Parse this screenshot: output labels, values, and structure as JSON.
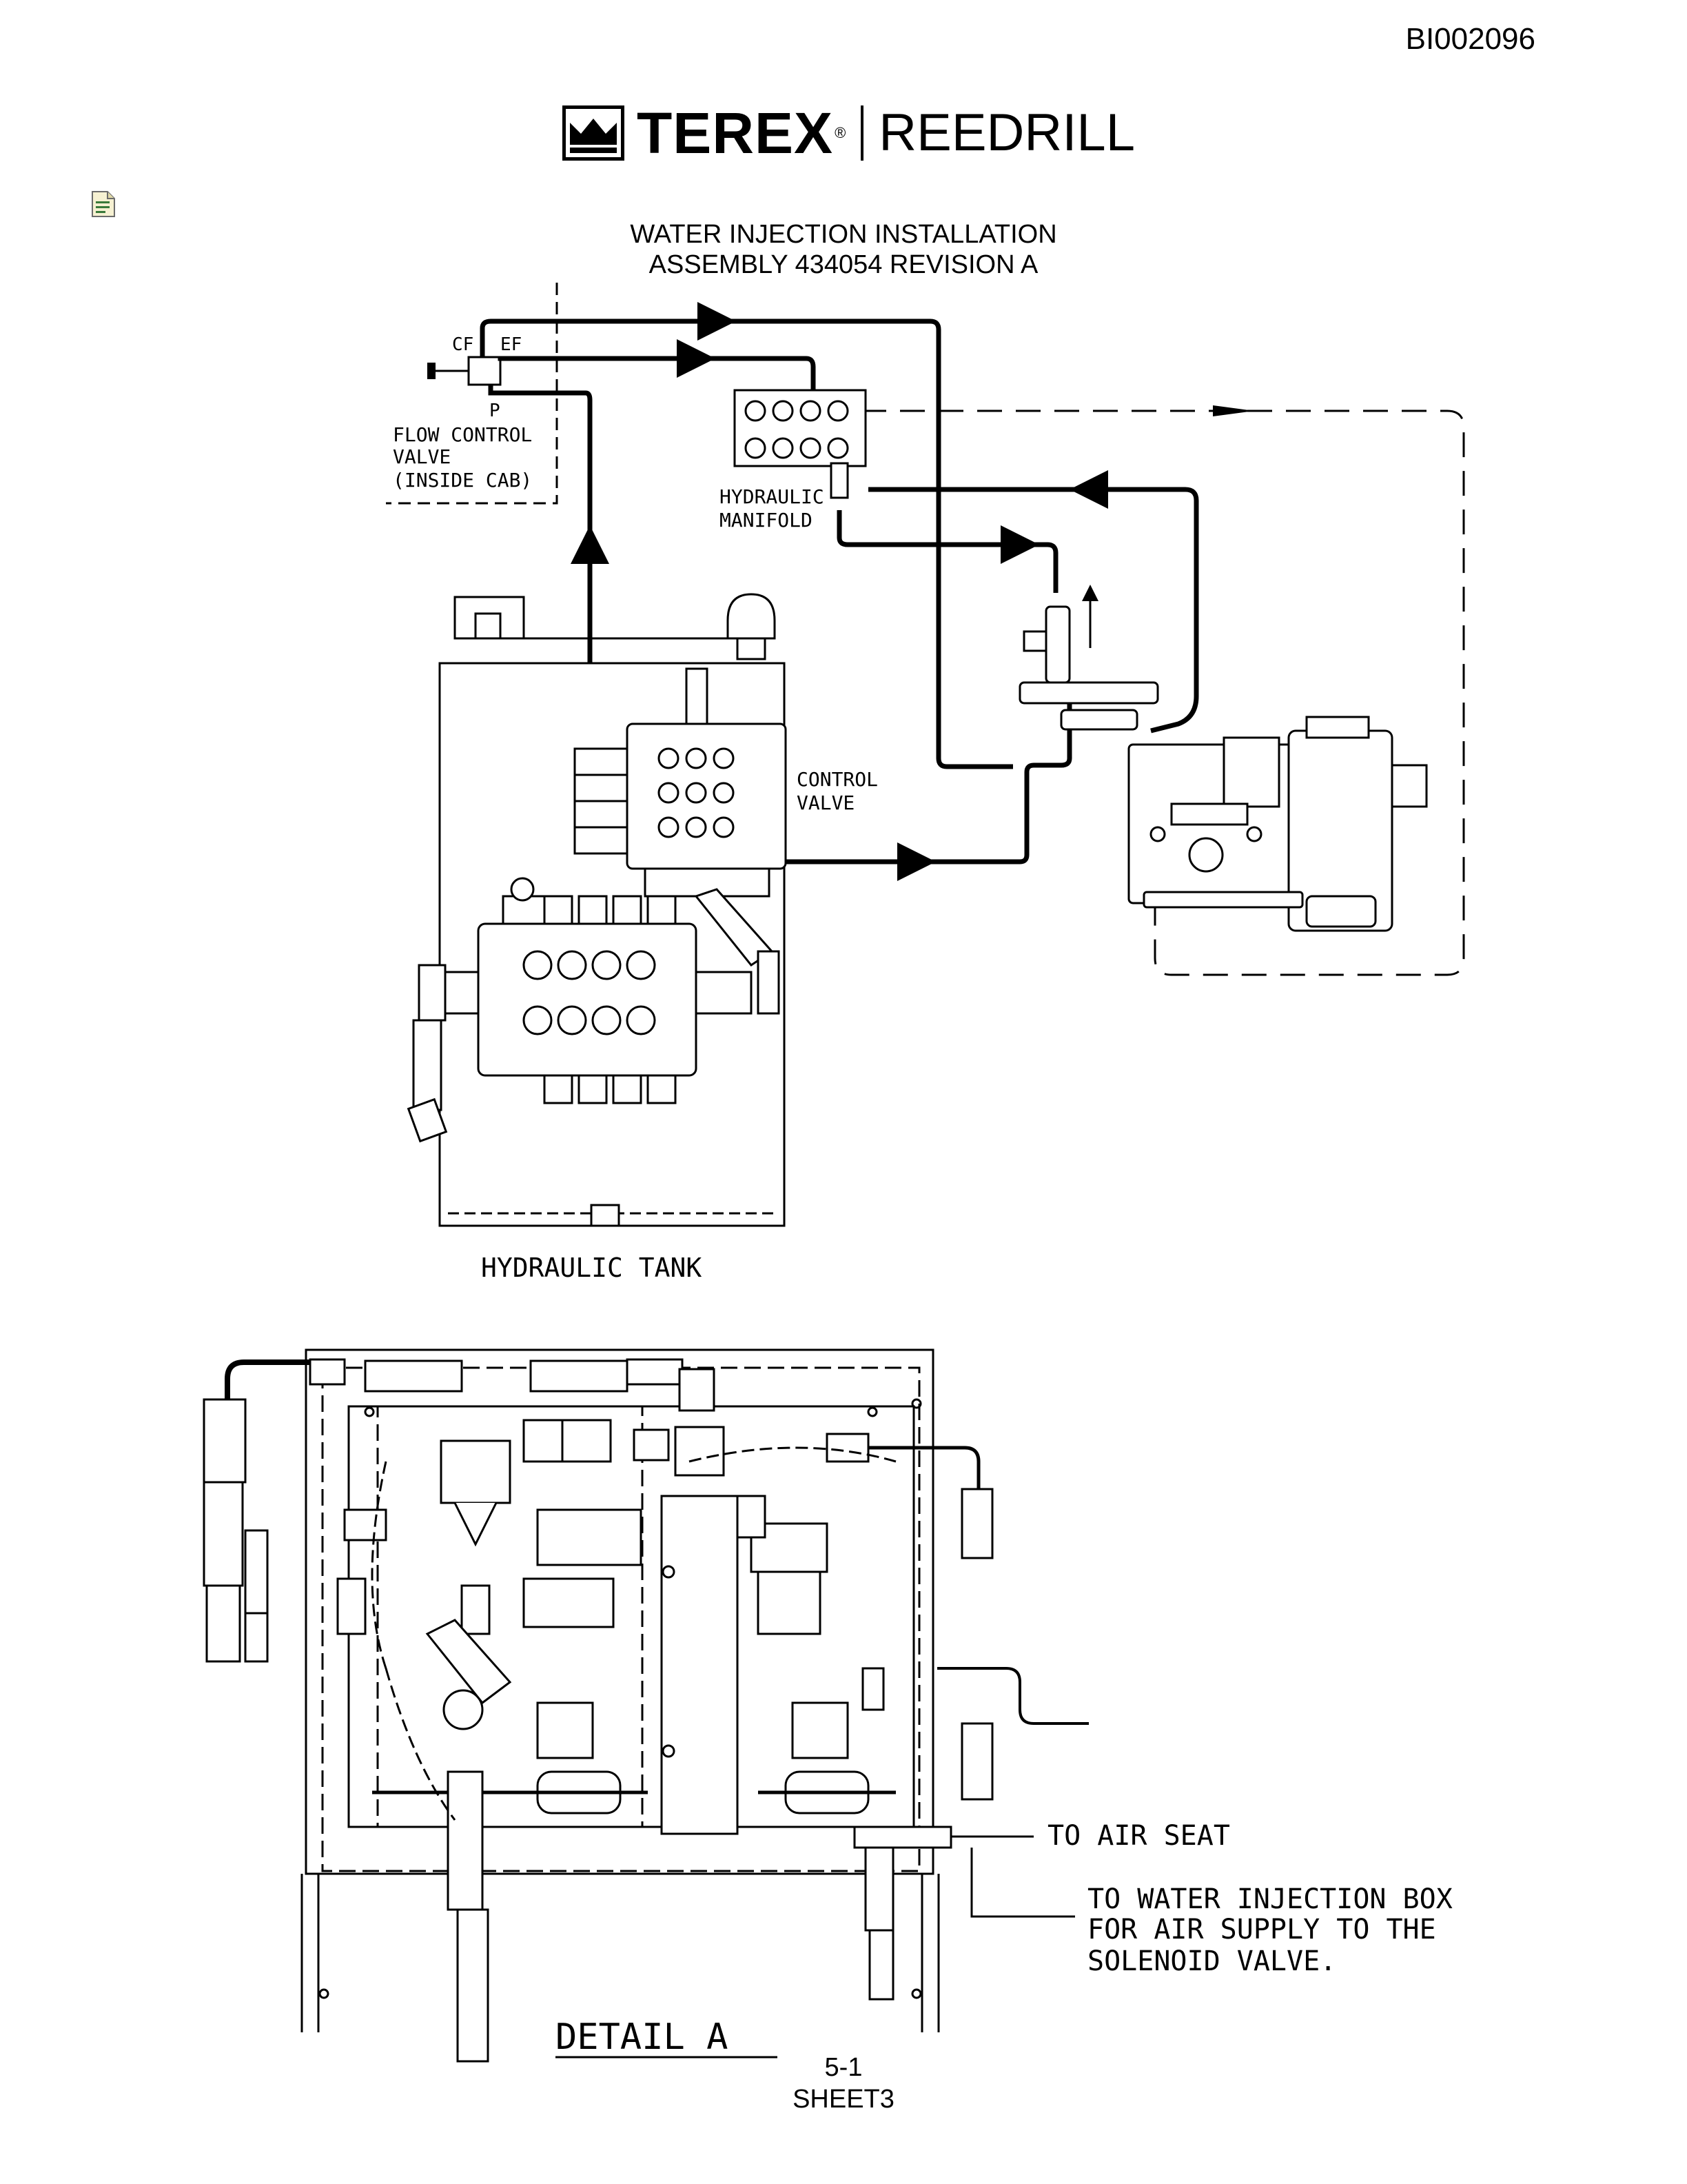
{
  "document_id": "BI002096",
  "logo": {
    "brand": "TEREX",
    "registered_mark": "®",
    "product": "REEDRILL",
    "mark_icon": "crown-icon"
  },
  "title": {
    "line1": "WATER INJECTION INSTALLATION",
    "line2": "ASSEMBLY 434054 REVISION A"
  },
  "labels": {
    "cf": "CF",
    "ef": "EF",
    "p": "P",
    "flow_control": [
      "FLOW CONTROL",
      "VALVE",
      "(INSIDE CAB)"
    ],
    "hydraulic_manifold": [
      "HYDRAULIC",
      "MANIFOLD"
    ],
    "control_valve": [
      "CONTROL",
      "VALVE"
    ],
    "hydraulic_tank": "HYDRAULIC TANK",
    "to_air_seat": "TO AIR SEAT",
    "to_water_injection": [
      "TO WATER INJECTION BOX",
      "FOR AIR SUPPLY TO THE",
      "SOLENOID VALVE."
    ],
    "detail": "DETAIL A"
  },
  "footer": {
    "page": "5-1",
    "sheet": "SHEET3"
  },
  "icons": {
    "note": "note-icon"
  },
  "colors": {
    "ink": "#000000",
    "paper": "#ffffff"
  }
}
